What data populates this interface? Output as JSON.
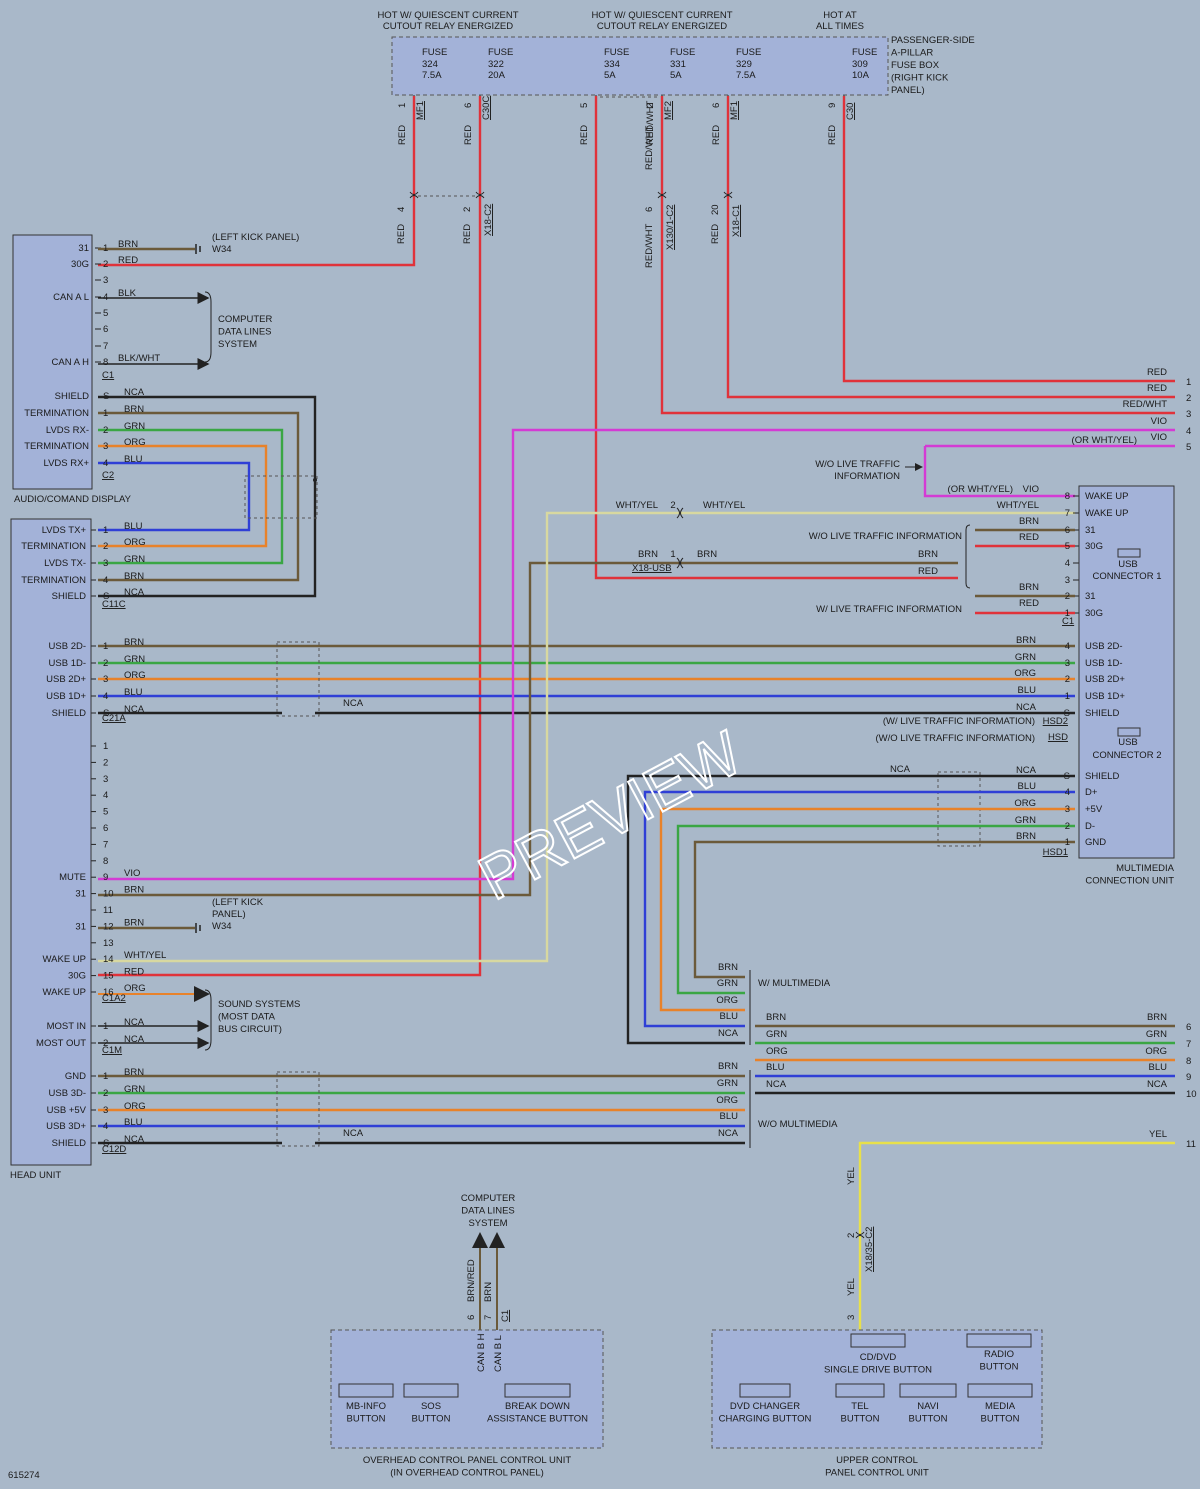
{
  "diagram_id": "615274",
  "watermark": "PREVIEW",
  "top_headers": {
    "h1a": "HOT W/ QUIESCENT CURRENT",
    "h1b": "CUTOUT RELAY ENERGIZED",
    "h2a": "HOT W/ QUIESCENT CURRENT",
    "h2b": "CUTOUT RELAY ENERGIZED",
    "h3a": "HOT AT",
    "h3b": "ALL TIMES"
  },
  "fusebox": {
    "title_lines": [
      "PASSENGER-SIDE",
      "A-PILLAR",
      "FUSE BOX",
      "(RIGHT KICK",
      "PANEL)"
    ],
    "fuses": [
      {
        "label": "FUSE",
        "num": "324",
        "amp": "7.5A",
        "pin": "1",
        "conn": "MF1",
        "color": "RED"
      },
      {
        "label": "FUSE",
        "num": "322",
        "amp": "20A",
        "pin": "6",
        "conn": "C30C",
        "color": "RED"
      },
      {
        "label": "FUSE",
        "num": "334",
        "amp": "5A",
        "pin": "5",
        "conn": "",
        "color": "RED"
      },
      {
        "label": "FUSE",
        "num": "331",
        "amp": "5A",
        "pin": "2",
        "conn": "MF2",
        "color": "RED/WHT"
      },
      {
        "label": "FUSE",
        "num": "329",
        "amp": "7.5A",
        "pin": "6",
        "conn": "MF1",
        "color": "RED"
      },
      {
        "label": "FUSE",
        "num": "309",
        "amp": "10A",
        "pin": "9",
        "conn": "C30",
        "color": "RED"
      }
    ]
  },
  "inline_connectors": {
    "c1": {
      "pin": "4",
      "color": "RED"
    },
    "c2": {
      "pin": "2",
      "name": "X18-C2",
      "color": "RED"
    },
    "c3": {
      "pin": "6",
      "name": "X130/1-C2",
      "color": "RED/WHT"
    },
    "c4": {
      "pin": "20",
      "name": "X18-C1",
      "color": "RED"
    },
    "c5": {
      "pin": "2",
      "name": "X18/35-C2",
      "color": "YEL"
    },
    "usb_splice": "X18-USB"
  },
  "display": {
    "title": "AUDIO/COMAND DISPLAY",
    "c1_label": "C1",
    "c2_label": "C2",
    "c1_pins": [
      {
        "name": "31",
        "pin": "1",
        "color": "BRN"
      },
      {
        "name": "30G",
        "pin": "2",
        "color": "RED"
      },
      {
        "name": "",
        "pin": "3",
        "color": ""
      },
      {
        "name": "CAN A L",
        "pin": "4",
        "color": "BLK"
      },
      {
        "name": "",
        "pin": "5",
        "color": ""
      },
      {
        "name": "",
        "pin": "6",
        "color": ""
      },
      {
        "name": "",
        "pin": "7",
        "color": ""
      },
      {
        "name": "CAN A H",
        "pin": "8",
        "color": "BLK/WHT"
      }
    ],
    "c2_pins": [
      {
        "name": "SHIELD",
        "pin": "S",
        "color": "NCA"
      },
      {
        "name": "TERMINATION",
        "pin": "1",
        "color": "BRN"
      },
      {
        "name": "LVDS RX-",
        "pin": "2",
        "color": "GRN"
      },
      {
        "name": "TERMINATION",
        "pin": "3",
        "color": "ORG"
      },
      {
        "name": "LVDS RX+",
        "pin": "4",
        "color": "BLU"
      }
    ],
    "ground_note": [
      "(LEFT KICK PANEL)",
      "W34"
    ],
    "data_lines": [
      "COMPUTER",
      "DATA LINES",
      "SYSTEM"
    ]
  },
  "head_unit": {
    "title": "HEAD UNIT",
    "c11c": {
      "label": "C11C",
      "pins": [
        {
          "name": "LVDS TX+",
          "pin": "1",
          "color": "BLU"
        },
        {
          "name": "TERMINATION",
          "pin": "2",
          "color": "ORG"
        },
        {
          "name": "LVDS TX-",
          "pin": "3",
          "color": "GRN"
        },
        {
          "name": "TERMINATION",
          "pin": "4",
          "color": "BRN"
        },
        {
          "name": "SHIELD",
          "pin": "S",
          "color": "NCA"
        }
      ]
    },
    "c21a": {
      "label": "C21A",
      "pins": [
        {
          "name": "USB 2D-",
          "pin": "1",
          "color": "BRN"
        },
        {
          "name": "USB 1D-",
          "pin": "2",
          "color": "GRN"
        },
        {
          "name": "USB 2D+",
          "pin": "3",
          "color": "ORG"
        },
        {
          "name": "USB 1D+",
          "pin": "4",
          "color": "BLU"
        },
        {
          "name": "SHIELD",
          "pin": "S",
          "color": "NCA"
        }
      ]
    },
    "c1a2": {
      "label": "C1A2",
      "pins": [
        {
          "name": "",
          "pin": "1",
          "color": ""
        },
        {
          "name": "",
          "pin": "2",
          "color": ""
        },
        {
          "name": "",
          "pin": "3",
          "color": ""
        },
        {
          "name": "",
          "pin": "4",
          "color": ""
        },
        {
          "name": "",
          "pin": "5",
          "color": ""
        },
        {
          "name": "",
          "pin": "6",
          "color": ""
        },
        {
          "name": "",
          "pin": "7",
          "color": ""
        },
        {
          "name": "",
          "pin": "8",
          "color": ""
        },
        {
          "name": "MUTE",
          "pin": "9",
          "color": "VIO"
        },
        {
          "name": "31",
          "pin": "10",
          "color": "BRN"
        },
        {
          "name": "",
          "pin": "11",
          "color": ""
        },
        {
          "name": "31",
          "pin": "12",
          "color": "BRN"
        },
        {
          "name": "",
          "pin": "13",
          "color": ""
        },
        {
          "name": "WAKE UP",
          "pin": "14",
          "color": "WHT/YEL"
        },
        {
          "name": "30G",
          "pin": "15",
          "color": "RED"
        },
        {
          "name": "WAKE UP",
          "pin": "16",
          "color": "ORG"
        }
      ]
    },
    "c1m": {
      "label": "C1M",
      "pins": [
        {
          "name": "MOST IN",
          "pin": "1",
          "color": "NCA"
        },
        {
          "name": "MOST OUT",
          "pin": "2",
          "color": "NCA"
        }
      ]
    },
    "c12d": {
      "label": "C12D",
      "pins": [
        {
          "name": "GND",
          "pin": "1",
          "color": "BRN"
        },
        {
          "name": "USB 3D-",
          "pin": "2",
          "color": "GRN"
        },
        {
          "name": "USB +5V",
          "pin": "3",
          "color": "ORG"
        },
        {
          "name": "USB 3D+",
          "pin": "4",
          "color": "BLU"
        },
        {
          "name": "SHIELD",
          "pin": "S",
          "color": "NCA"
        }
      ]
    },
    "ground_note": [
      "(LEFT KICK",
      "PANEL)",
      "W34"
    ],
    "sound_systems": [
      "SOUND SYSTEMS",
      "(MOST DATA",
      "BUS CIRCUIT)"
    ],
    "nca": "NCA"
  },
  "right_edge": [
    {
      "color": "RED",
      "pin": "1"
    },
    {
      "color": "RED",
      "pin": "2"
    },
    {
      "color": "RED/WHT",
      "pin": "3"
    },
    {
      "color": "VIO",
      "pin": "4"
    },
    {
      "color": "VIO",
      "pin": "5",
      "note": "(OR WHT/YEL)"
    }
  ],
  "right_edge_lower": [
    {
      "color": "BRN",
      "pin": "6"
    },
    {
      "color": "GRN",
      "pin": "7"
    },
    {
      "color": "ORG",
      "pin": "8"
    },
    {
      "color": "BLU",
      "pin": "9"
    },
    {
      "color": "NCA",
      "pin": "10"
    },
    {
      "color": "YEL",
      "pin": "11"
    }
  ],
  "mcu": {
    "title_lines": [
      "MULTIMEDIA",
      "CONNECTION UNIT"
    ],
    "c1_label": "C1",
    "usb1": [
      "USB",
      "CONNECTOR 1"
    ],
    "usb2": [
      "USB",
      "CONNECTOR 2"
    ],
    "top_pins": [
      {
        "name": "WAKE UP",
        "pin": "8",
        "color": "VIO",
        "note": "(OR WHT/YEL)"
      },
      {
        "name": "WAKE UP",
        "pin": "7",
        "color": "WHT/YEL"
      },
      {
        "name": "31",
        "pin": "6",
        "color": "BRN"
      },
      {
        "name": "30G",
        "pin": "5",
        "color": "RED"
      },
      {
        "name": "",
        "pin": "4",
        "color": ""
      },
      {
        "name": "",
        "pin": "3",
        "color": ""
      },
      {
        "name": "31",
        "pin": "2",
        "color": "BRN"
      },
      {
        "name": "30G",
        "pin": "1",
        "color": "RED"
      }
    ],
    "hsd_pins": [
      {
        "name": "USB 2D-",
        "pin": "4",
        "color": "BRN"
      },
      {
        "name": "USB 1D-",
        "pin": "3",
        "color": "GRN"
      },
      {
        "name": "USB 2D+",
        "pin": "2",
        "color": "ORG"
      },
      {
        "name": "USB 1D+",
        "pin": "1",
        "color": "BLU"
      },
      {
        "name": "SHIELD",
        "pin": "S",
        "color": "NCA"
      }
    ],
    "hsd2": "HSD2",
    "hsd": "HSD",
    "hsd2_note": "(W/ LIVE TRAFFIC INFORMATION)",
    "hsd_note": "(W/O LIVE TRAFFIC INFORMATION)",
    "hsd1_pins": [
      {
        "name": "SHIELD",
        "pin": "S",
        "color": "NCA"
      },
      {
        "name": "D+",
        "pin": "4",
        "color": "BLU"
      },
      {
        "name": "+5V",
        "pin": "3",
        "color": "ORG"
      },
      {
        "name": "D-",
        "pin": "2",
        "color": "GRN"
      },
      {
        "name": "GND",
        "pin": "1",
        "color": "BRN"
      }
    ],
    "hsd1": "HSD1",
    "nca": "NCA"
  },
  "notes": {
    "wo_live": [
      "W/O LIVE TRAFFIC",
      "INFORMATION"
    ],
    "wo_live2": "W/O LIVE TRAFFIC INFORMATION",
    "w_live": "W/ LIVE TRAFFIC INFORMATION",
    "w_multimedia": "W/ MULTIMEDIA",
    "wo_multimedia": "W/O MULTIMEDIA",
    "whtyel": "WHT/YEL",
    "whtyel_pin": "2",
    "brn": "BRN",
    "brn_pin": "1",
    "red": "RED"
  },
  "overhead": {
    "title_lines": [
      "OVERHEAD CONTROL PANEL CONTROL UNIT",
      "(IN OVERHEAD CONTROL PANEL)"
    ],
    "data_lines": [
      "COMPUTER",
      "DATA LINES",
      "SYSTEM"
    ],
    "pins": [
      {
        "name": "CAN B H",
        "pin": "6",
        "color": "BRN/RED"
      },
      {
        "name": "CAN B L",
        "pin": "7",
        "color": "BRN"
      }
    ],
    "conn": "C1",
    "buttons": [
      [
        "MB-INFO",
        "BUTTON"
      ],
      [
        "SOS",
        "BUTTON"
      ],
      [
        "BREAK DOWN",
        "ASSISTANCE BUTTON"
      ]
    ]
  },
  "upper": {
    "title_lines": [
      "UPPER CONTROL",
      "PANEL CONTROL UNIT"
    ],
    "pin": "3",
    "color": "YEL",
    "buttons": [
      [
        "CD/DVD",
        "SINGLE DRIVE BUTTON"
      ],
      [
        "RADIO",
        "BUTTON"
      ],
      [
        "DVD CHANGER",
        "CHARGING BUTTON"
      ],
      [
        "TEL",
        "BUTTON"
      ],
      [
        "NAVI",
        "BUTTON"
      ],
      [
        "MEDIA",
        "BUTTON"
      ]
    ]
  }
}
